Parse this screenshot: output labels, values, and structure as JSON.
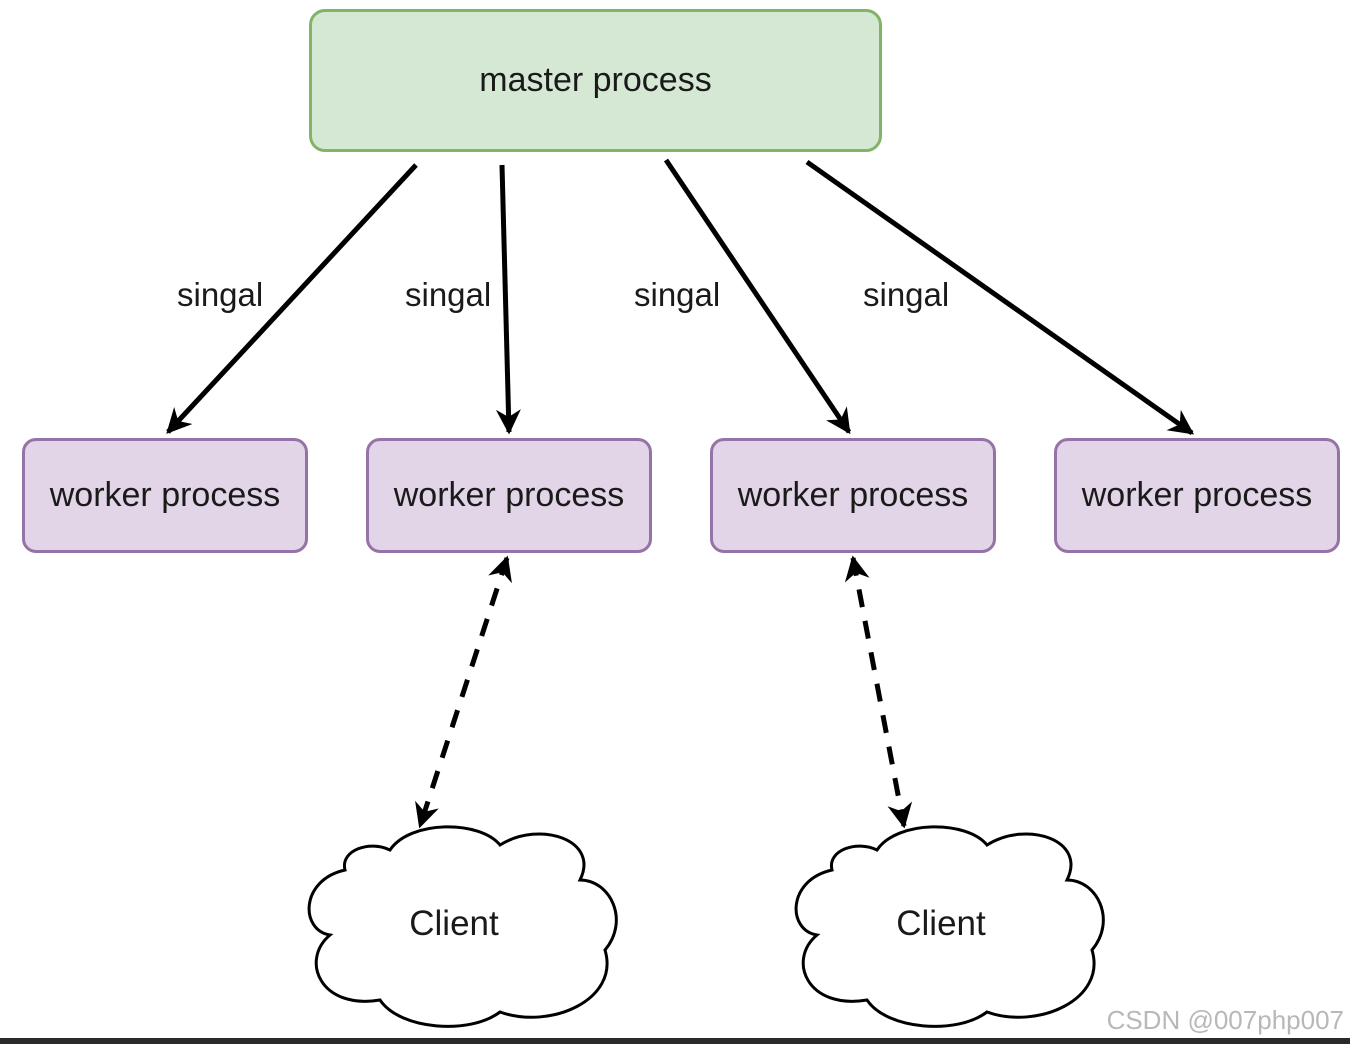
{
  "master": {
    "label": "master process"
  },
  "workers": [
    {
      "label": "worker process"
    },
    {
      "label": "worker process"
    },
    {
      "label": "worker process"
    },
    {
      "label": "worker process"
    }
  ],
  "edges": [
    {
      "label": "singal"
    },
    {
      "label": "singal"
    },
    {
      "label": "singal"
    },
    {
      "label": "singal"
    }
  ],
  "clients": [
    {
      "label": "Client"
    },
    {
      "label": "Client"
    }
  ],
  "watermark": "CSDN @007php007",
  "colors": {
    "master_fill": "#d5e8d4",
    "master_border": "#82b366",
    "worker_fill": "#e1d5e7",
    "worker_border": "#9673a6",
    "arrow": "#000000"
  }
}
